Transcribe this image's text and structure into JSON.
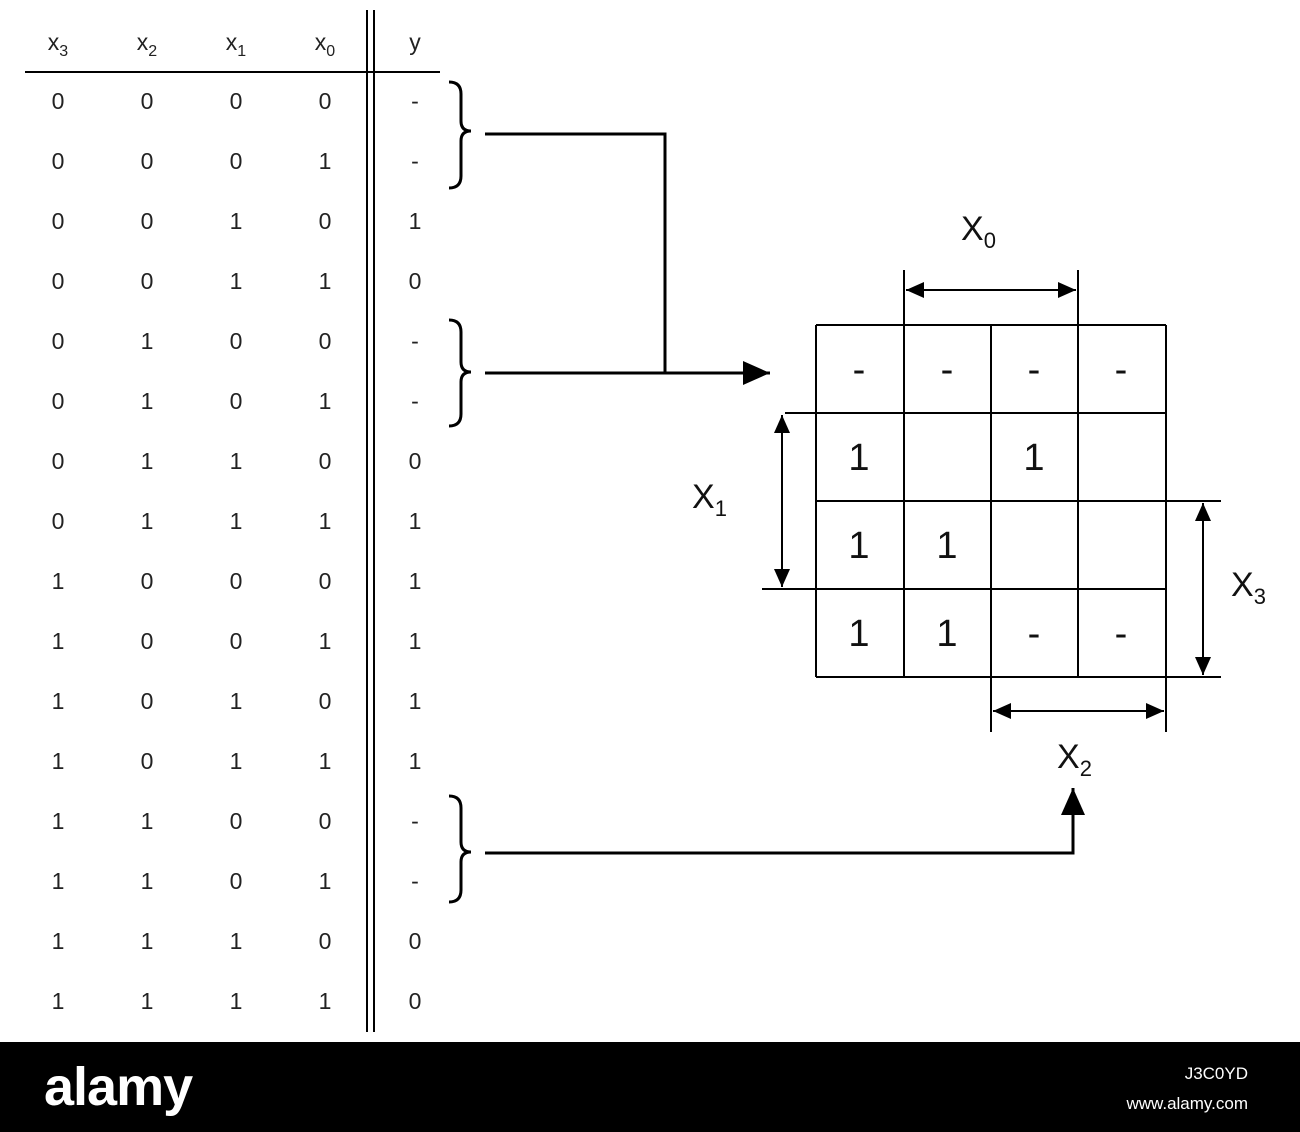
{
  "truth_table": {
    "headers": [
      {
        "base": "x",
        "sub": "3"
      },
      {
        "base": "x",
        "sub": "2"
      },
      {
        "base": "x",
        "sub": "1"
      },
      {
        "base": "x",
        "sub": "0"
      },
      {
        "base": "y",
        "sub": ""
      }
    ],
    "rows": [
      [
        "0",
        "0",
        "0",
        "0",
        "-"
      ],
      [
        "0",
        "0",
        "0",
        "1",
        "-"
      ],
      [
        "0",
        "0",
        "1",
        "0",
        "1"
      ],
      [
        "0",
        "0",
        "1",
        "1",
        "0"
      ],
      [
        "0",
        "1",
        "0",
        "0",
        "-"
      ],
      [
        "0",
        "1",
        "0",
        "1",
        "-"
      ],
      [
        "0",
        "1",
        "1",
        "0",
        "0"
      ],
      [
        "0",
        "1",
        "1",
        "1",
        "1"
      ],
      [
        "1",
        "0",
        "0",
        "0",
        "1"
      ],
      [
        "1",
        "0",
        "0",
        "1",
        "1"
      ],
      [
        "1",
        "0",
        "1",
        "0",
        "1"
      ],
      [
        "1",
        "0",
        "1",
        "1",
        "1"
      ],
      [
        "1",
        "1",
        "0",
        "0",
        "-"
      ],
      [
        "1",
        "1",
        "0",
        "1",
        "-"
      ],
      [
        "1",
        "1",
        "1",
        "0",
        "0"
      ],
      [
        "1",
        "1",
        "1",
        "1",
        "0"
      ]
    ]
  },
  "kmap": {
    "cells": [
      [
        "-",
        "-",
        "-",
        "-"
      ],
      [
        "1",
        "",
        "1",
        ""
      ],
      [
        "1",
        "1",
        "",
        ""
      ],
      [
        "1",
        "1",
        "-",
        "-"
      ]
    ],
    "labels": {
      "x0": {
        "base": "X",
        "sub": "0"
      },
      "x1": {
        "base": "X",
        "sub": "1"
      },
      "x2": {
        "base": "X",
        "sub": "2"
      },
      "x3": {
        "base": "X",
        "sub": "3"
      }
    }
  },
  "watermark": {
    "brand": "alamy",
    "image_code": "J3C0YD",
    "site": "www.alamy.com"
  }
}
